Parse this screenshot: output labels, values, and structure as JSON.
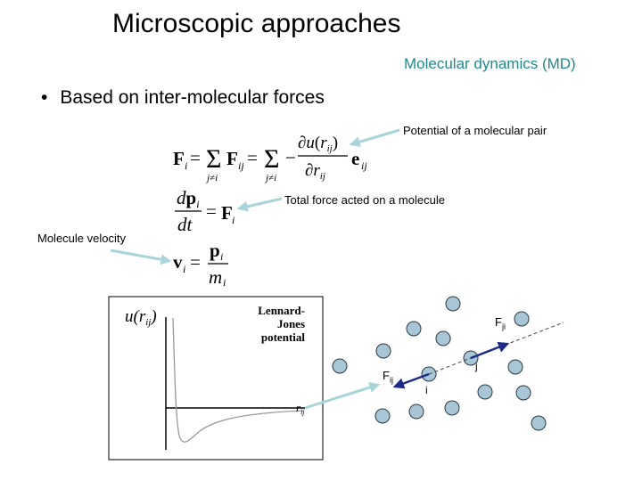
{
  "slide": {
    "title": "Microscopic approaches",
    "subtitle": "Molecular dynamics (MD)",
    "bullet": "Based on inter-molecular forces",
    "bullet_symbol": "•"
  },
  "annotations": {
    "pair_potential": "Potential of a molecular pair",
    "total_force": "Total force acted on a molecule",
    "velocity": "Molecule velocity"
  },
  "equations": {
    "force_sum": "F_i = Σ_{j≠i} F_ij = Σ_{j≠i} −(∂u(r_ij)/∂r_ij) e_ij",
    "momentum": "dp_i/dt = F_i",
    "velocity": "v_i = p_i / m_i"
  },
  "lj_plot": {
    "y_axis_label": "u(r_ij)",
    "x_axis_label": "r_ij",
    "caption": "Lennard-Jones potential"
  },
  "molecules": {
    "label_i": "i",
    "label_j": "j",
    "label_fij": "F_ij",
    "label_fji": "F_ji"
  },
  "colors": {
    "subtitle": "#1f8a8a",
    "arrow": "#a9d4d9",
    "molecule_fill": "#a8c6d6",
    "force_vector": "#1e2b86"
  }
}
